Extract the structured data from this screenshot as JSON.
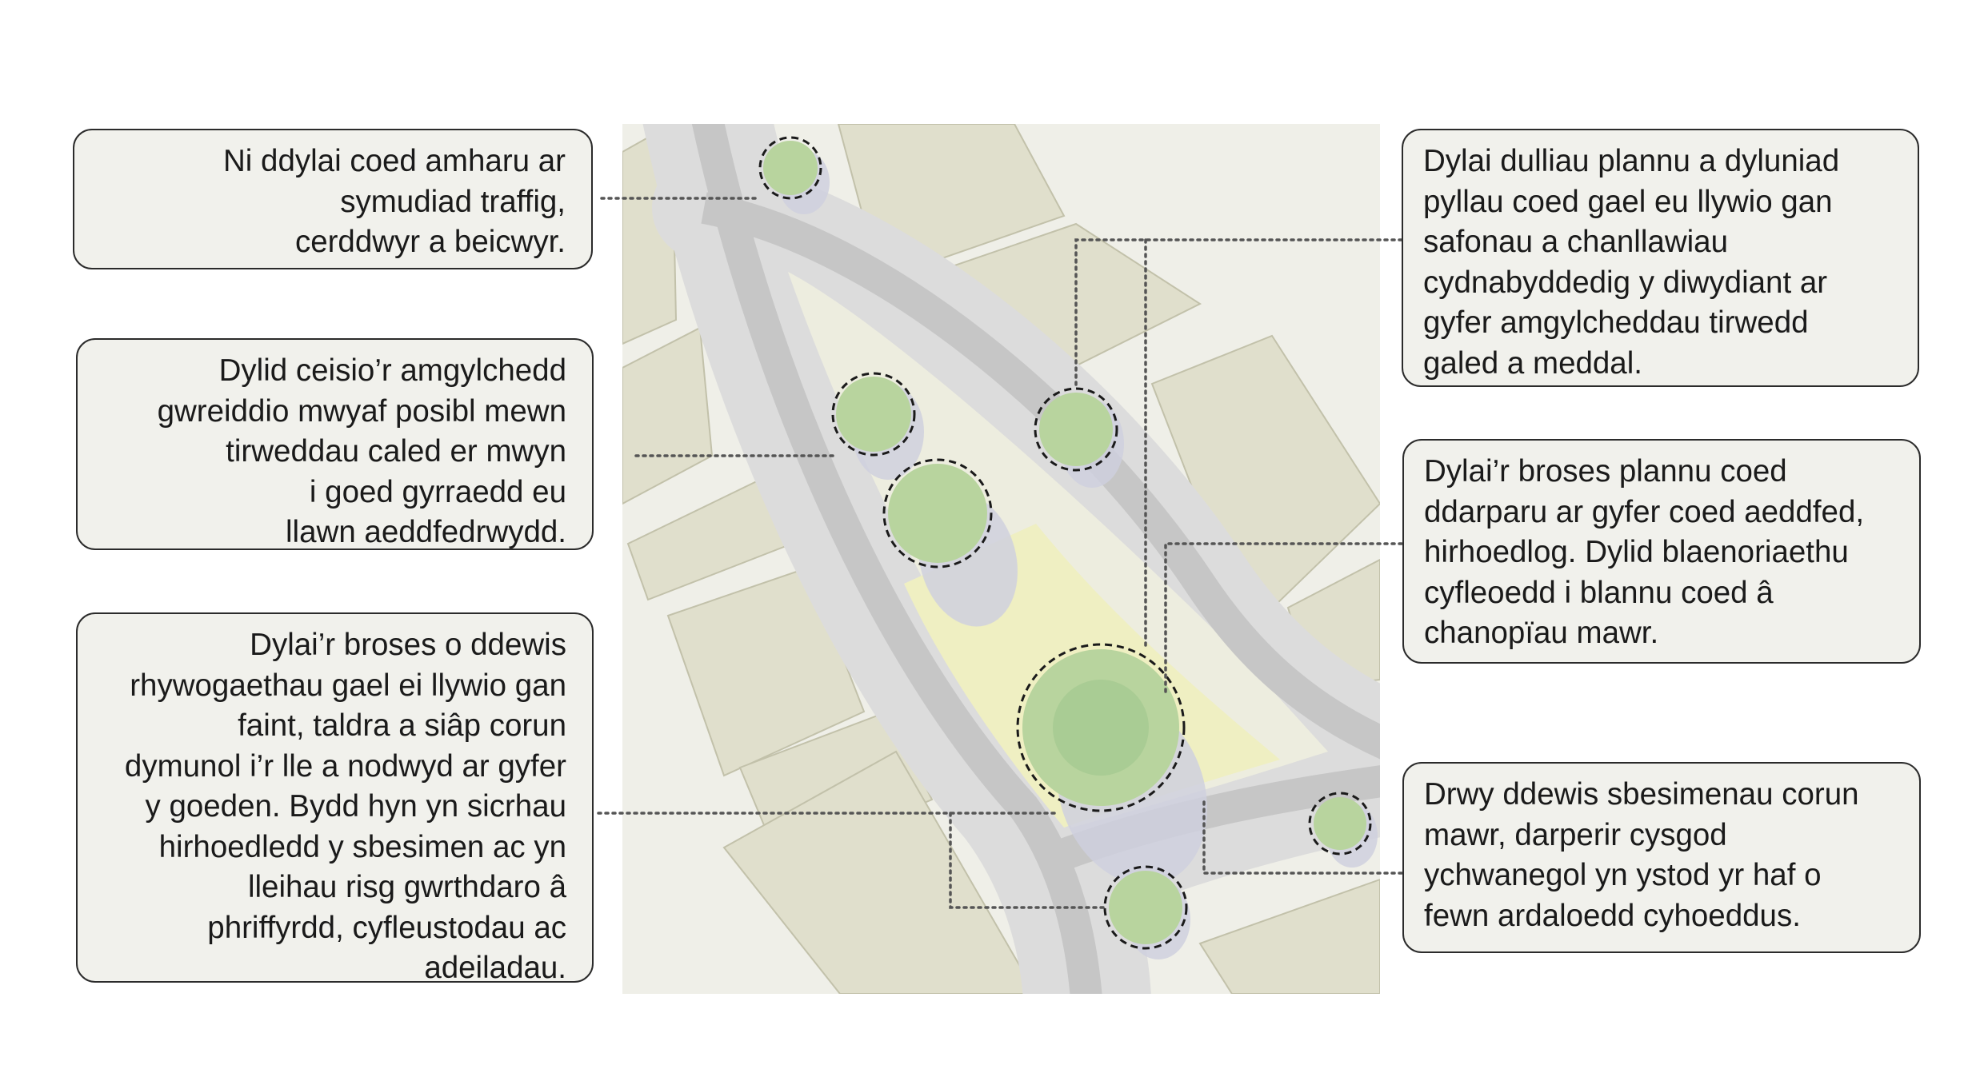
{
  "callouts": {
    "traffic": [
      "Ni ddylai coed amharu ar",
      "symudiad traffig,",
      "cerddwyr a beicwyr."
    ],
    "rooting": [
      "Dylid ceisio’r amgylchedd",
      "gwreiddio mwyaf posibl mewn",
      "tirweddau caled er mwyn",
      "i goed gyrraedd eu",
      "llawn aeddfedrwydd."
    ],
    "species": [
      "Dylai’r broses o ddewis",
      "rhywogaethau gael ei llywio gan",
      "faint, taldra a siâp corun",
      "dymunol i’r lle a nodwyd ar gyfer",
      "y goeden. Bydd hyn yn sicrhau",
      "hirhoedledd y sbesimen ac yn",
      "lleihau risg gwrthdaro â",
      "phriffyrdd, cyfleustodau ac",
      "adeiladau."
    ],
    "methods": [
      "Dylai dulliau plannu a dyluniad",
      "pyllau coed gael eu llywio gan",
      "safonau a chanllawiau",
      "cydnabyddedig y diwydiant ar",
      "gyfer amgylcheddau tirwedd",
      "galed a meddal."
    ],
    "mature": [
      "Dylai’r broses plannu coed",
      "ddarparu ar gyfer coed aeddfed,",
      "hirhoedlog. Dylid blaenoriaethu",
      "cyfleoedd i blannu coed â",
      "chanopïau mawr."
    ],
    "canopy": [
      "Drwy ddewis sbesimenau corun",
      "mawr, darperir cysgod",
      "ychwanegol yn ystod yr haf o",
      "fewn ardaloedd cyhoeddus."
    ]
  },
  "colors": {
    "background": "#ffffff",
    "map_ground": "#efefe8",
    "building": "#e0dfcc",
    "building_outline": "#c2c1aa",
    "pavement": "#dcdcdc",
    "road": "#c6c6c6",
    "grass": "#ededdf",
    "meadow": "#efefc2",
    "tree_canopy": "#b8d49e",
    "tree_shadow": "#cfd0de",
    "callout_fill": "#f1f1ec",
    "callout_border": "#2b2b2b",
    "leader_line": "#555555"
  },
  "icons": {
    "tree": "dashed-circle-tree-icon"
  }
}
